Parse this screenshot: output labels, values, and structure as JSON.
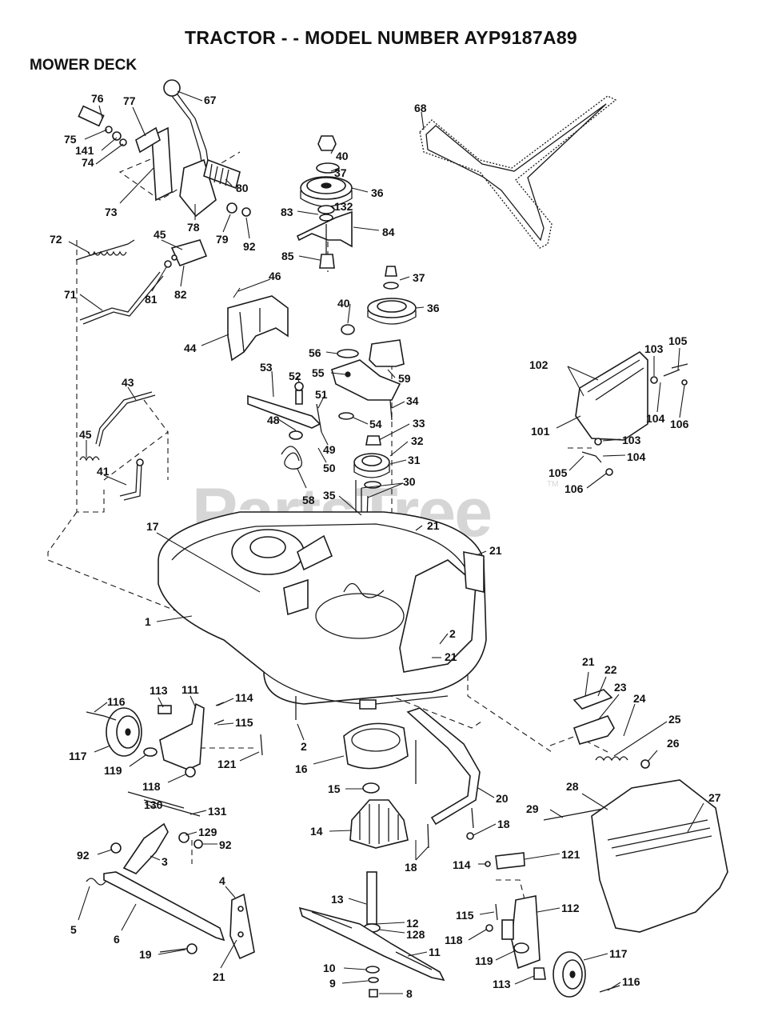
{
  "title": "TRACTOR - - MODEL NUMBER AYP9187A89",
  "subtitle": "MOWER DECK",
  "watermark": "PartsTree",
  "watermark_tm": "TM",
  "callouts": [
    {
      "id": "c76",
      "label": "76"
    },
    {
      "id": "c77",
      "label": "77"
    },
    {
      "id": "c67",
      "label": "67"
    },
    {
      "id": "c75",
      "label": "75"
    },
    {
      "id": "c141",
      "label": "141"
    },
    {
      "id": "c74",
      "label": "74"
    },
    {
      "id": "c73",
      "label": "73"
    },
    {
      "id": "c80",
      "label": "80"
    },
    {
      "id": "c78",
      "label": "78"
    },
    {
      "id": "c79",
      "label": "79"
    },
    {
      "id": "c92a",
      "label": "92"
    },
    {
      "id": "c72",
      "label": "72"
    },
    {
      "id": "c45a",
      "label": "45"
    },
    {
      "id": "c81",
      "label": "81"
    },
    {
      "id": "c82",
      "label": "82"
    },
    {
      "id": "c71",
      "label": "71"
    },
    {
      "id": "c46",
      "label": "46"
    },
    {
      "id": "c44",
      "label": "44"
    },
    {
      "id": "c40a",
      "label": "40"
    },
    {
      "id": "c37a",
      "label": "37"
    },
    {
      "id": "c36a",
      "label": "36"
    },
    {
      "id": "c83",
      "label": "83"
    },
    {
      "id": "c132",
      "label": "132"
    },
    {
      "id": "c84",
      "label": "84"
    },
    {
      "id": "c85",
      "label": "85"
    },
    {
      "id": "c68",
      "label": "68"
    },
    {
      "id": "c37b",
      "label": "37"
    },
    {
      "id": "c40b",
      "label": "40"
    },
    {
      "id": "c36b",
      "label": "36"
    },
    {
      "id": "c56",
      "label": "56"
    },
    {
      "id": "c55",
      "label": "55"
    },
    {
      "id": "c59",
      "label": "59"
    },
    {
      "id": "c53",
      "label": "53"
    },
    {
      "id": "c52",
      "label": "52"
    },
    {
      "id": "c51",
      "label": "51"
    },
    {
      "id": "c34",
      "label": "34"
    },
    {
      "id": "c48",
      "label": "48"
    },
    {
      "id": "c54",
      "label": "54"
    },
    {
      "id": "c33",
      "label": "33"
    },
    {
      "id": "c49",
      "label": "49"
    },
    {
      "id": "c32",
      "label": "32"
    },
    {
      "id": "c50",
      "label": "50"
    },
    {
      "id": "c31",
      "label": "31"
    },
    {
      "id": "c58",
      "label": "58"
    },
    {
      "id": "c35",
      "label": "35"
    },
    {
      "id": "c30",
      "label": "30"
    },
    {
      "id": "c43",
      "label": "43"
    },
    {
      "id": "c45b",
      "label": "45"
    },
    {
      "id": "c41",
      "label": "41"
    },
    {
      "id": "c102",
      "label": "102"
    },
    {
      "id": "c103a",
      "label": "103"
    },
    {
      "id": "c105a",
      "label": "105"
    },
    {
      "id": "c101",
      "label": "101"
    },
    {
      "id": "c104a",
      "label": "104"
    },
    {
      "id": "c106a",
      "label": "106"
    },
    {
      "id": "c103b",
      "label": "103"
    },
    {
      "id": "c104b",
      "label": "104"
    },
    {
      "id": "c105b",
      "label": "105"
    },
    {
      "id": "c106b",
      "label": "106"
    },
    {
      "id": "c17",
      "label": "17"
    },
    {
      "id": "c21a",
      "label": "21"
    },
    {
      "id": "c21b",
      "label": "21"
    },
    {
      "id": "c1",
      "label": "1"
    },
    {
      "id": "c2a",
      "label": "2"
    },
    {
      "id": "c21c",
      "label": "21"
    },
    {
      "id": "c116a",
      "label": "116"
    },
    {
      "id": "c113a",
      "label": "113"
    },
    {
      "id": "c111",
      "label": "111"
    },
    {
      "id": "c114a",
      "label": "114"
    },
    {
      "id": "c115a",
      "label": "115"
    },
    {
      "id": "c117a",
      "label": "117"
    },
    {
      "id": "c119a",
      "label": "119"
    },
    {
      "id": "c121a",
      "label": "121"
    },
    {
      "id": "c118a",
      "label": "118"
    },
    {
      "id": "c2b",
      "label": "2"
    },
    {
      "id": "c16",
      "label": "16"
    },
    {
      "id": "c21d",
      "label": "21"
    },
    {
      "id": "c22",
      "label": "22"
    },
    {
      "id": "c23",
      "label": "23"
    },
    {
      "id": "c24",
      "label": "24"
    },
    {
      "id": "c25",
      "label": "25"
    },
    {
      "id": "c26",
      "label": "26"
    },
    {
      "id": "c28",
      "label": "28"
    },
    {
      "id": "c27",
      "label": "27"
    },
    {
      "id": "c29",
      "label": "29"
    },
    {
      "id": "c15",
      "label": "15"
    },
    {
      "id": "c20",
      "label": "20"
    },
    {
      "id": "c130",
      "label": "130"
    },
    {
      "id": "c131",
      "label": "131"
    },
    {
      "id": "c129",
      "label": "129"
    },
    {
      "id": "c92b",
      "label": "92"
    },
    {
      "id": "c92c",
      "label": "92"
    },
    {
      "id": "c14",
      "label": "14"
    },
    {
      "id": "c18a",
      "label": "18"
    },
    {
      "id": "c18b",
      "label": "18"
    },
    {
      "id": "c3",
      "label": "3"
    },
    {
      "id": "c114b",
      "label": "114"
    },
    {
      "id": "c121b",
      "label": "121"
    },
    {
      "id": "c4",
      "label": "4"
    },
    {
      "id": "c5",
      "label": "5"
    },
    {
      "id": "c6",
      "label": "6"
    },
    {
      "id": "c13",
      "label": "13"
    },
    {
      "id": "c12",
      "label": "12"
    },
    {
      "id": "c128",
      "label": "128"
    },
    {
      "id": "c115b",
      "label": "115"
    },
    {
      "id": "c112",
      "label": "112"
    },
    {
      "id": "c118b",
      "label": "118"
    },
    {
      "id": "c11",
      "label": "11"
    },
    {
      "id": "c19",
      "label": "19"
    },
    {
      "id": "c21e",
      "label": "21"
    },
    {
      "id": "c119b",
      "label": "119"
    },
    {
      "id": "c117b",
      "label": "117"
    },
    {
      "id": "c10",
      "label": "10"
    },
    {
      "id": "c9",
      "label": "9"
    },
    {
      "id": "c113b",
      "label": "113"
    },
    {
      "id": "c116b",
      "label": "116"
    },
    {
      "id": "c8",
      "label": "8"
    }
  ]
}
